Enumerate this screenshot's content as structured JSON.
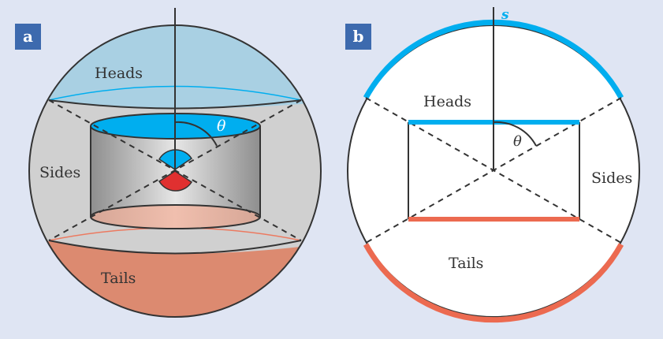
{
  "panel_a": {
    "tag": "a",
    "heads": "Heads",
    "sides": "Sides",
    "tails": "Tails",
    "theta": "θ"
  },
  "panel_b": {
    "tag": "b",
    "axis": "s",
    "heads": "Heads",
    "sides": "Sides",
    "tails": "Tails",
    "theta": "θ"
  },
  "colors": {
    "background": "#dfe5f3",
    "tag": "#3d6aae",
    "heads": "#00aeef",
    "tails": "#ec6a50",
    "heads_cap": "#a9d0e3",
    "tails_cap": "#dc8a70",
    "sides": "#d0d0d0"
  }
}
